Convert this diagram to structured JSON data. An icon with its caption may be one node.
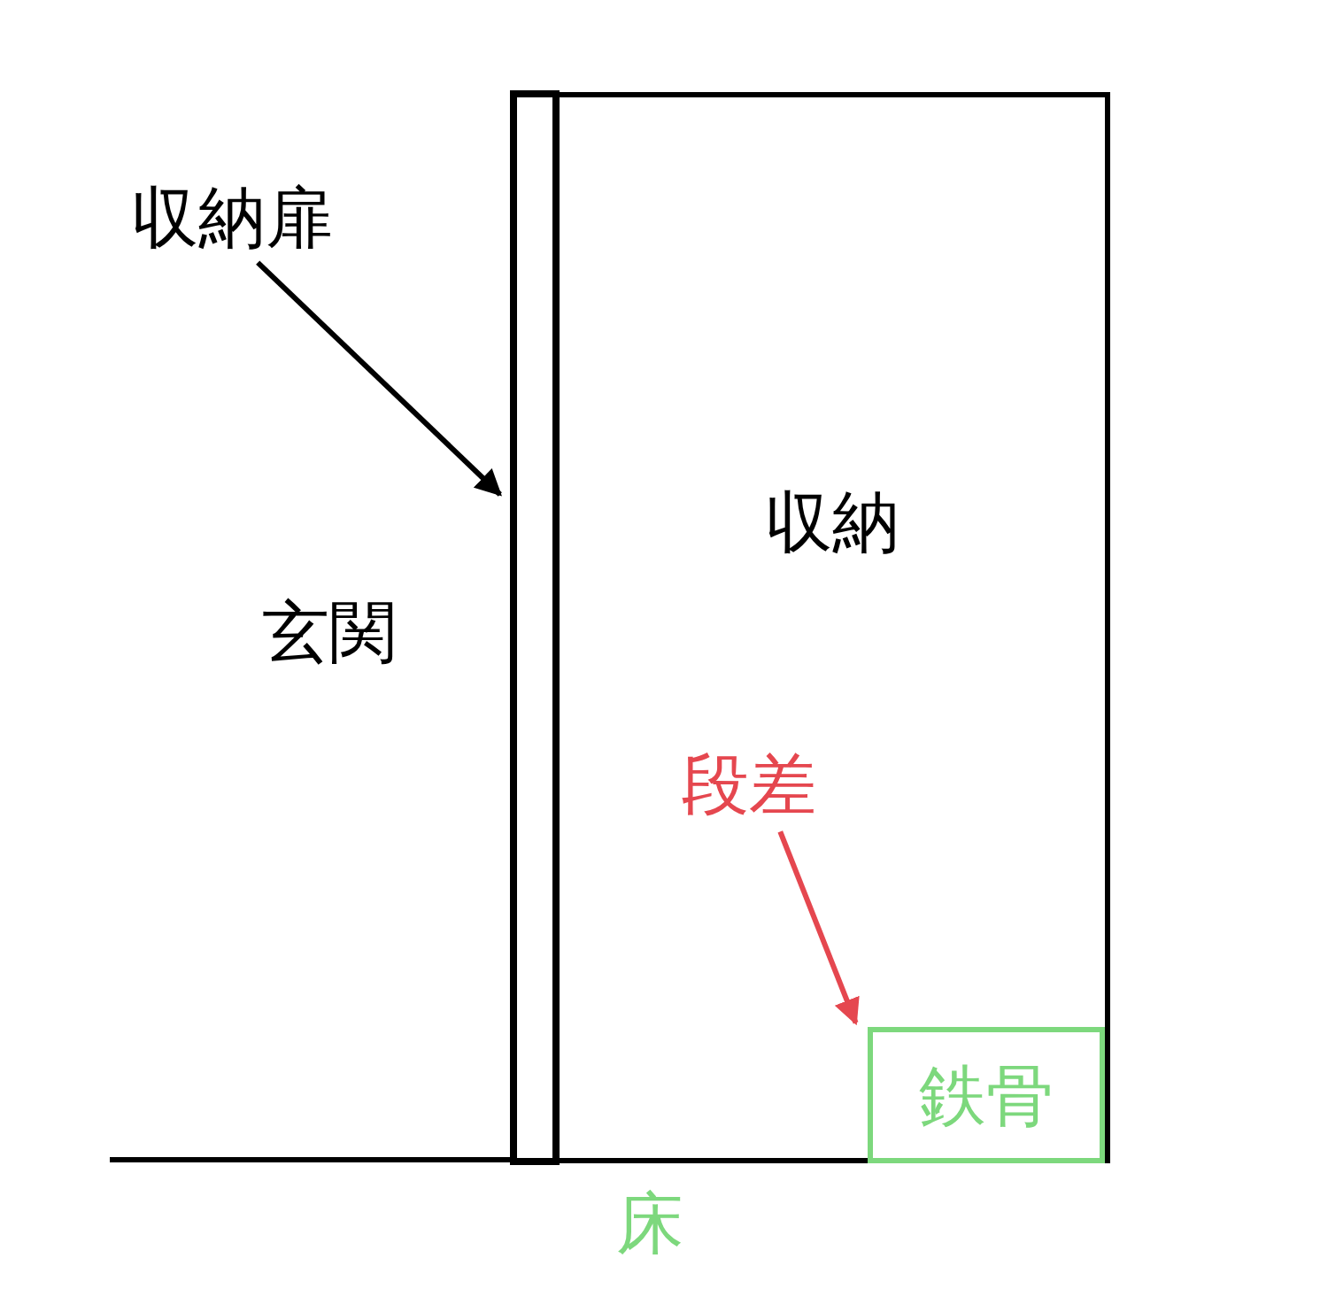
{
  "diagram": {
    "nodes": [
      {
        "text": [
          "収納"
        ]
      },
      {
        "text": [],
        "shape": "box"
      },
      {
        "text": [
          "収納扉"
        ]
      },
      {
        "text": [
          "段差"
        ],
        "in": 0
      },
      {
        "text": [
          "鉄骨"
        ],
        "in": 0
      }
    ],
    "edges": [
      {
        "from": 2,
        "to": 1,
        "arrow": "to"
      },
      {
        "from": 3,
        "to": 4,
        "arrow": "to",
        "color": "#e5474f"
      }
    ],
    "labels": [
      "玄関",
      "床"
    ]
  }
}
